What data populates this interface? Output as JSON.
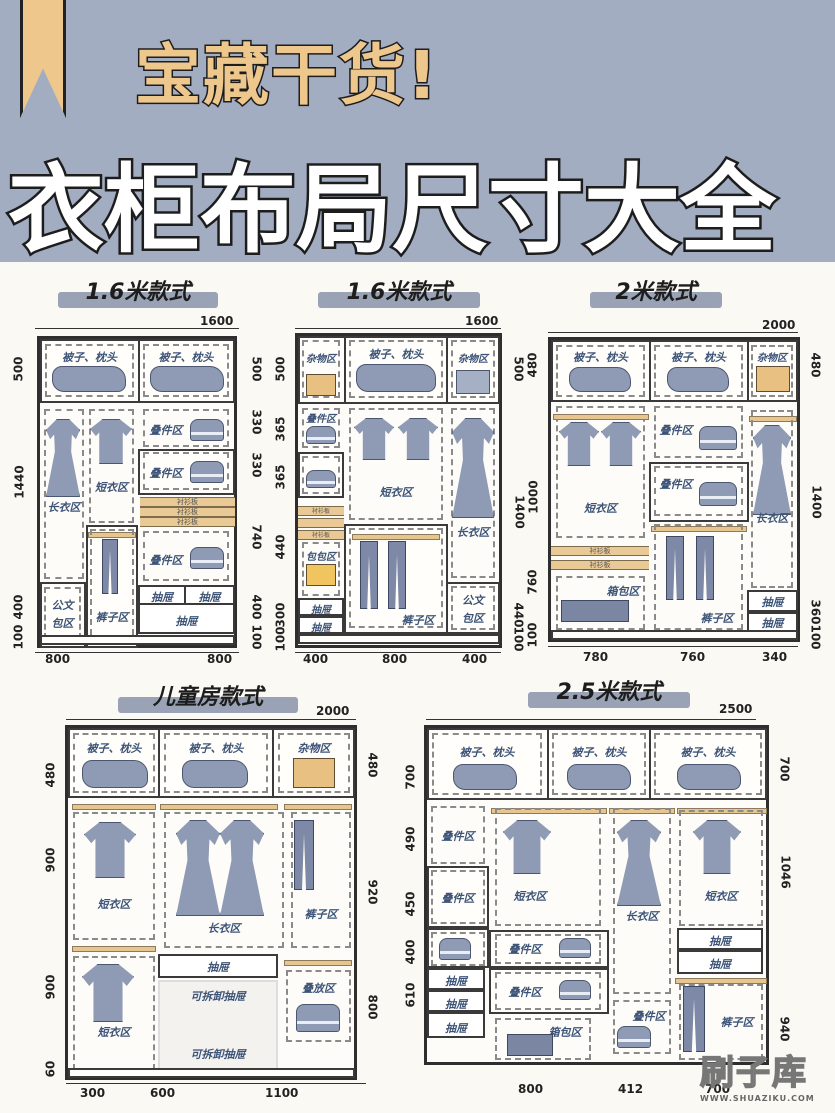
{
  "header": {
    "subtitle": "宝藏干货!",
    "title": "衣柜布局尺寸大全"
  },
  "labels": {
    "quilt": "被子、枕头",
    "misc": "杂物区",
    "fold": "叠件区",
    "short": "短衣区",
    "long": "长衣区",
    "pants": "裤子区",
    "drawer": "抽屉",
    "briefcase": "公文包区",
    "briefcase_l1": "公文",
    "briefcase_l2": "包区",
    "bag": "包包区",
    "luggage": "箱包区",
    "shirt_board": "衬衫板",
    "stack": "叠放区",
    "detachable_drawer": "可拆卸抽屉"
  },
  "wardrobes": [
    {
      "title": "1.6米款式",
      "total_width": "1600",
      "bottom_dims": [
        "800",
        "800"
      ],
      "left_dims": [
        "500",
        "1440",
        "400",
        "100"
      ],
      "right_dims": [
        "500",
        "330",
        "330",
        "740",
        "400",
        "100"
      ]
    },
    {
      "title": "1.6米款式",
      "total_width": "1600",
      "bottom_dims": [
        "400",
        "800",
        "400"
      ],
      "left_dims": [
        "500",
        "365",
        "365",
        "440",
        "300",
        "100"
      ],
      "right_dims": [
        "500",
        "1400",
        "440",
        "100"
      ]
    },
    {
      "title": "2米款式",
      "total_width": "2000",
      "bottom_dims": [
        "780",
        "760",
        "340"
      ],
      "left_dims": [
        "480",
        "1000",
        "760",
        "100"
      ],
      "right_dims": [
        "480",
        "1400",
        "360",
        "100"
      ]
    },
    {
      "title": "儿童房款式",
      "total_width": "2000",
      "bottom_dims": [
        "300",
        "600",
        "1100"
      ],
      "left_dims": [
        "480",
        "900",
        "900",
        "60"
      ],
      "right_dims": [
        "480",
        "920",
        "800"
      ]
    },
    {
      "title": "2.5米款式",
      "total_width": "2500",
      "bottom_dims": [
        "800",
        "412",
        "700"
      ],
      "left_dims": [
        "700",
        "490",
        "450",
        "400",
        "610"
      ],
      "right_dims": [
        "700",
        "1046",
        "940"
      ]
    }
  ],
  "watermark": {
    "name": "刷子库",
    "url": "WWW.SHUAZIKU.COM"
  }
}
